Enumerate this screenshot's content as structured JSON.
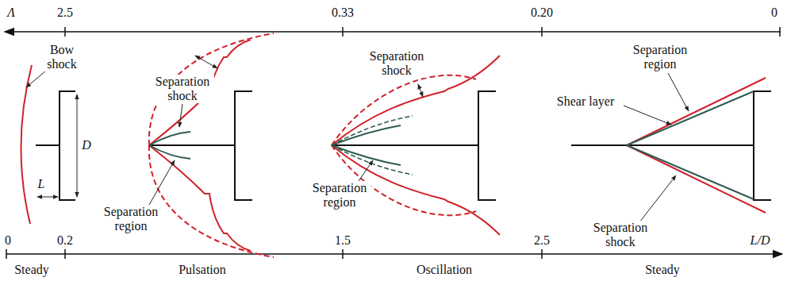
{
  "diagram": {
    "labels": [
      "Λ",
      "2.5",
      "0.33",
      "0.20",
      "0",
      "Bow shock",
      "Separation shock",
      "Separation shock",
      "Separation region",
      "Shear layer",
      "D",
      "Separation region",
      "L",
      "Separation region",
      "Separation shock",
      "0",
      "0.2",
      "1.5",
      "2.5",
      "L/D",
      "Steady",
      "Pulsation",
      "Oscillation",
      "Steady"
    ]
  }
}
